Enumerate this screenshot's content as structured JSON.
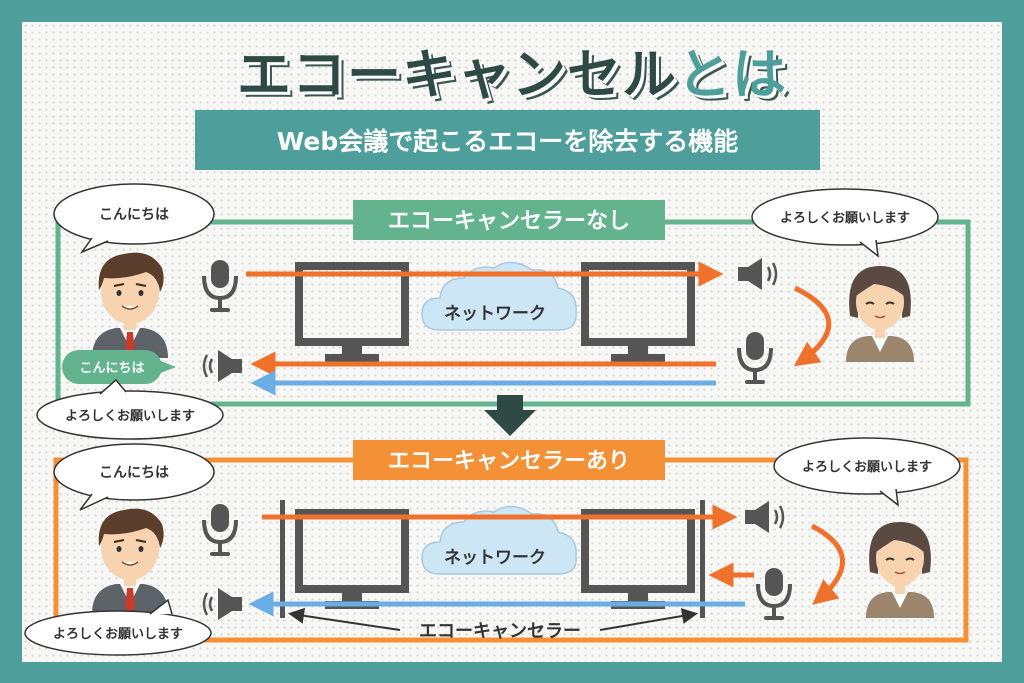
{
  "title": {
    "main": "エコーキャンセル",
    "accent": "とは"
  },
  "subtitle": "Web会議で起こるエコーを除去する機能",
  "colors": {
    "frame": "#4e9e9b",
    "panel_without": "#63b38f",
    "panel_with": "#f49136",
    "arrow_orange": "#f0712c",
    "arrow_blue": "#6aaee5",
    "down_arrow": "#2f4a44"
  },
  "panel_without": {
    "label": "エコーキャンセラーなし",
    "network_label": "ネットワーク",
    "man_bubble": "こんにちは",
    "woman_bubble": "よろしくお願いします",
    "echo_bubble": "こんにちは",
    "reply_bubble": "よろしくお願いします"
  },
  "panel_with": {
    "label": "エコーキャンセラーあり",
    "network_label": "ネットワーク",
    "man_bubble": "こんにちは",
    "woman_bubble": "よろしくお願いします",
    "reply_bubble": "よろしくお願いします",
    "canceller_label": "エコーキャンセラー"
  },
  "icons": [
    "microphone-icon",
    "speaker-icon",
    "monitor-icon",
    "cloud-icon",
    "down-arrow-icon"
  ]
}
